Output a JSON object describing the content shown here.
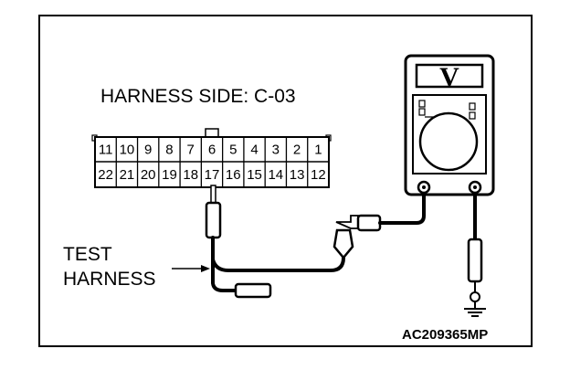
{
  "diagram": {
    "connector_title": "HARNESS SIDE: C-03",
    "pins_top": [
      "11",
      "10",
      "9",
      "8",
      "7",
      "6",
      "5",
      "4",
      "3",
      "2",
      "1"
    ],
    "pins_bottom": [
      "22",
      "21",
      "20",
      "19",
      "18",
      "17",
      "16",
      "15",
      "14",
      "13",
      "12"
    ],
    "test_harness_line1": "TEST",
    "test_harness_line2": "HARNESS",
    "meter_unit": "V",
    "code": "AC209365MP"
  }
}
